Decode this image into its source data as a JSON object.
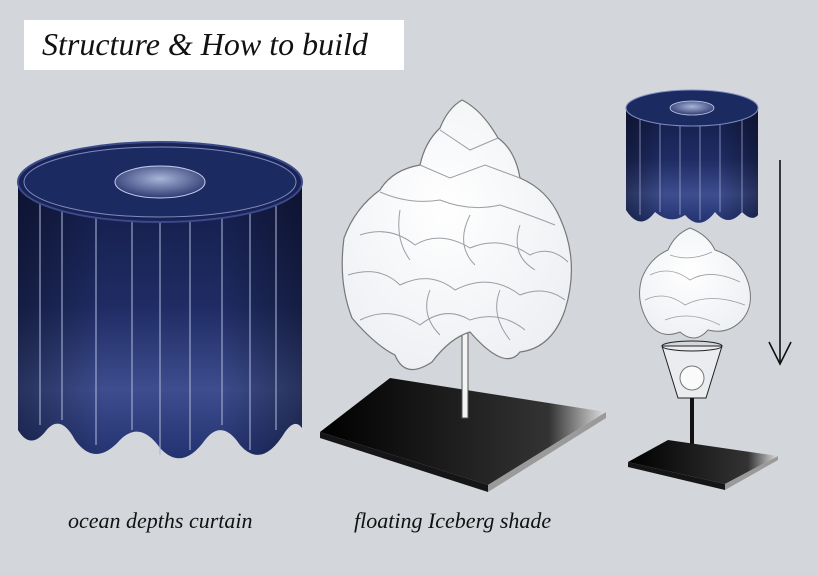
{
  "title": "Structure & How to build",
  "captions": {
    "curtain": "ocean depths curtain",
    "shade": "floating Iceberg shade"
  },
  "colors": {
    "background": "#d3d6da",
    "curtain_dark": "#141c48",
    "curtain_mid": "#2a3a78",
    "curtain_light": "#5d6ea8",
    "iceberg": "#ffffff",
    "base": "#0d0d0d"
  },
  "icons": {
    "assembly_direction": "arrow-down-icon"
  }
}
